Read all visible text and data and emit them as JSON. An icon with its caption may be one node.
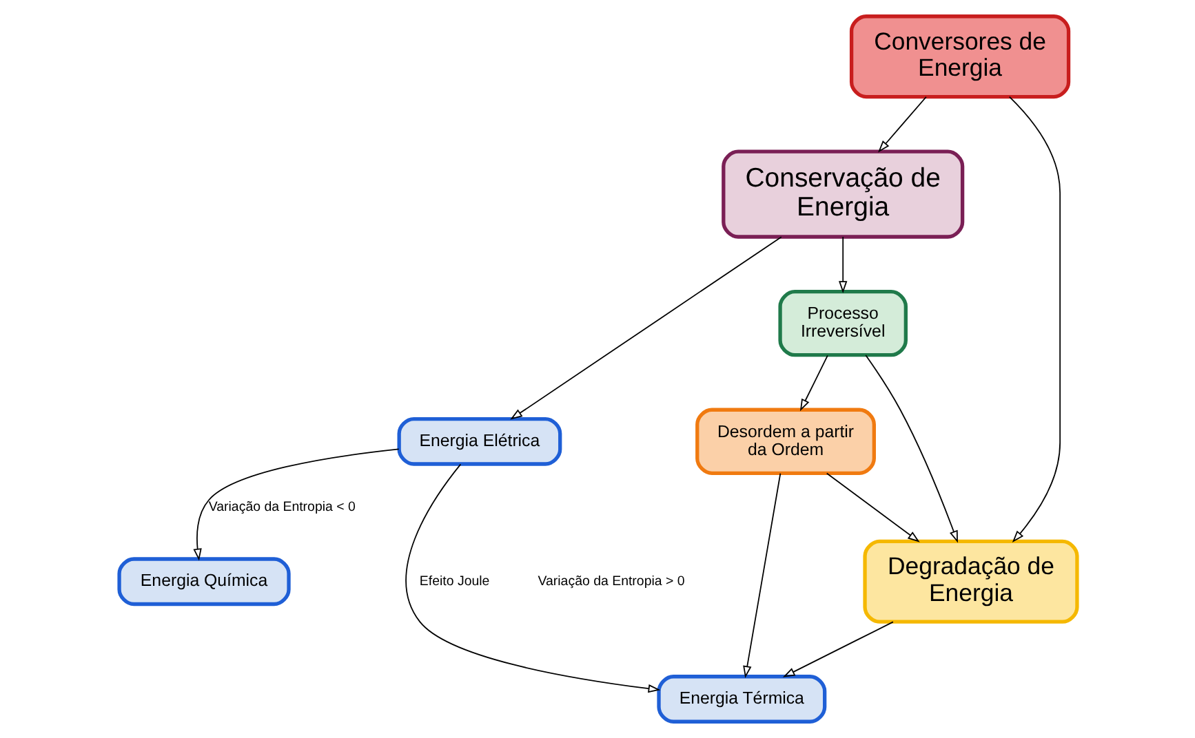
{
  "diagram": {
    "nodes": [
      {
        "text": [
          "Conservação de Energia"
        ]
      },
      {
        "text": [
          "Energia Elétrica"
        ]
      },
      {
        "text": [
          "Energia Química"
        ]
      },
      {
        "text": [
          "Energia Térmica"
        ]
      },
      {
        "text": [
          "Processo Irreversível"
        ]
      },
      {
        "text": [
          "Desordem a partir da Ordem"
        ]
      },
      {
        "text": [
          "Conversores de Energia"
        ]
      },
      {
        "text": [
          "Degradação de Energia"
        ]
      }
    ],
    "edges": [
      {
        "from": 0,
        "to": 1,
        "arrow": "to"
      },
      {
        "from": 0,
        "to": 4,
        "arrow": "to"
      },
      {
        "from": 1,
        "to": 2,
        "arrow": "to",
        "label": "Variação da Entropia < 0"
      },
      {
        "from": 1,
        "to": 3,
        "arrow": "to",
        "label": "Efeito Joule"
      },
      {
        "from": 4,
        "to": 5,
        "arrow": "to"
      },
      {
        "from": 5,
        "to": 3,
        "arrow": "to"
      },
      {
        "from": 5,
        "to": 7,
        "arrow": "to"
      },
      {
        "from": 7,
        "to": 3,
        "arrow": "to"
      },
      {
        "from": 4,
        "to": 7,
        "arrow": "to"
      },
      {
        "from": 6,
        "to": 0,
        "arrow": "to"
      },
      {
        "from": 6,
        "to": 7,
        "arrow": "to"
      }
    ],
    "labels": [
      "Variação da Entropia > 0"
    ]
  }
}
